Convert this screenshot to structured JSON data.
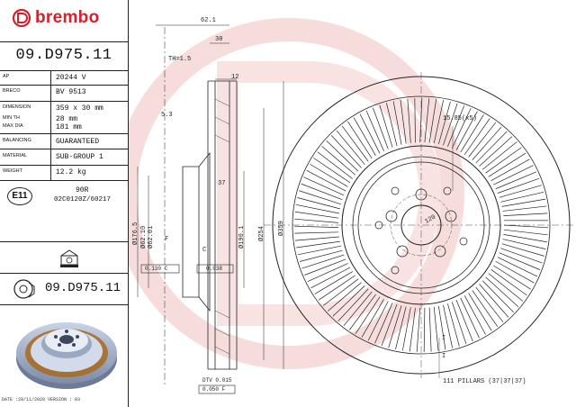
{
  "brand": {
    "name": "brembo",
    "color": "#d4202a"
  },
  "part_number": "09.D975.11",
  "specs": [
    {
      "key": "AP",
      "value": "20244 V"
    },
    {
      "key": "BRECO",
      "value": "BV 9513"
    },
    {
      "key": "DIMENSION",
      "value": "359 x 30 mm"
    },
    {
      "key": "MIN TH",
      "value": "28 mm"
    },
    {
      "key": "MAX DIA",
      "value": "181 mm"
    },
    {
      "key": "BALANCING",
      "value": "GUARANTEED"
    },
    {
      "key": "MATERIAL",
      "value": "SUB-GROUP 1"
    },
    {
      "key": "WEIGHT",
      "value": "12.2 kg"
    }
  ],
  "approval": {
    "mark": "E11",
    "code": "90R",
    "numbers": "02C0120Z/60217"
  },
  "part_number_bottom": "09.D975.11",
  "drawing_labels": {
    "d62_1": "62.1",
    "d30": "30",
    "th": "TH=1.5",
    "d12": "12",
    "d5_3": "5.3",
    "d37": "37",
    "dia_176_5": "Ø176.5",
    "dia_62_10": "Ø62.10",
    "dia_62_01": "Ø62.01",
    "dia_190_1": "Ø190.1",
    "dia_254": "Ø254",
    "dia_359": "Ø359",
    "F": "F",
    "C": "C",
    "tol_left": "0.130 C",
    "tol_right": "0.038",
    "holes": "15.85(x5)",
    "pcd": "120",
    "pillars": "111 PILLARS (37|37|37)",
    "dtv": "DTV 0.015",
    "flat": "0.050 F",
    "i_mark": "I",
    "i_mark2": "I"
  },
  "footer": "DATE :20/11/2020 VERSION : 03"
}
